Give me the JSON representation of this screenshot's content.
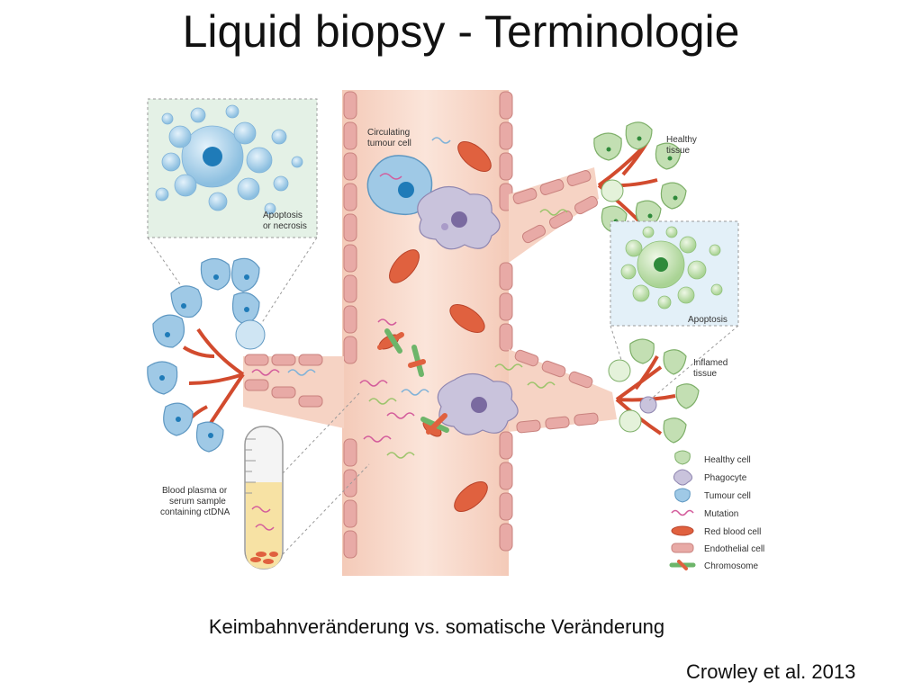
{
  "slide": {
    "title": "Liquid biopsy - Terminologie",
    "subtitle": "Keimbahnveränderung vs. somatische Veränderung",
    "credit": "Crowley et al. 2013"
  },
  "figure": {
    "labels": {
      "circulating_line1": "Circulating",
      "circulating_line2": "tumour cell",
      "apoptosis_necrosis_line1": "Apoptosis",
      "apoptosis_necrosis_line2": "or necrosis",
      "healthy_line1": "Healthy",
      "healthy_line2": "tissue",
      "apoptosis": "Apoptosis",
      "inflamed_line1": "Inflamed",
      "inflamed_line2": "tissue",
      "plasma_line1": "Blood plasma or",
      "plasma_line2": "serum sample",
      "plasma_line3": "containing ctDNA"
    },
    "legend": [
      {
        "icon": "healthy-cell-icon",
        "label": "Healthy cell"
      },
      {
        "icon": "phagocyte-icon",
        "label": "Phagocyte"
      },
      {
        "icon": "tumour-cell-icon",
        "label": "Tumour cell"
      },
      {
        "icon": "mutation-icon",
        "label": "Mutation"
      },
      {
        "icon": "red-blood-cell-icon",
        "label": "Red blood cell"
      },
      {
        "icon": "endothelial-cell-icon",
        "label": "Endothelial cell"
      },
      {
        "icon": "chromosome-icon",
        "label": "Chromosome"
      }
    ],
    "colors": {
      "vessel": "#f6d3c4",
      "vessel_wall": "#e4a4a0",
      "red_blood_cell": "#e0613f",
      "tumour_cell": "#9fc9e6",
      "healthy_cell": "#c3dfb3",
      "phagocyte": "#c9c3dc"
    }
  }
}
